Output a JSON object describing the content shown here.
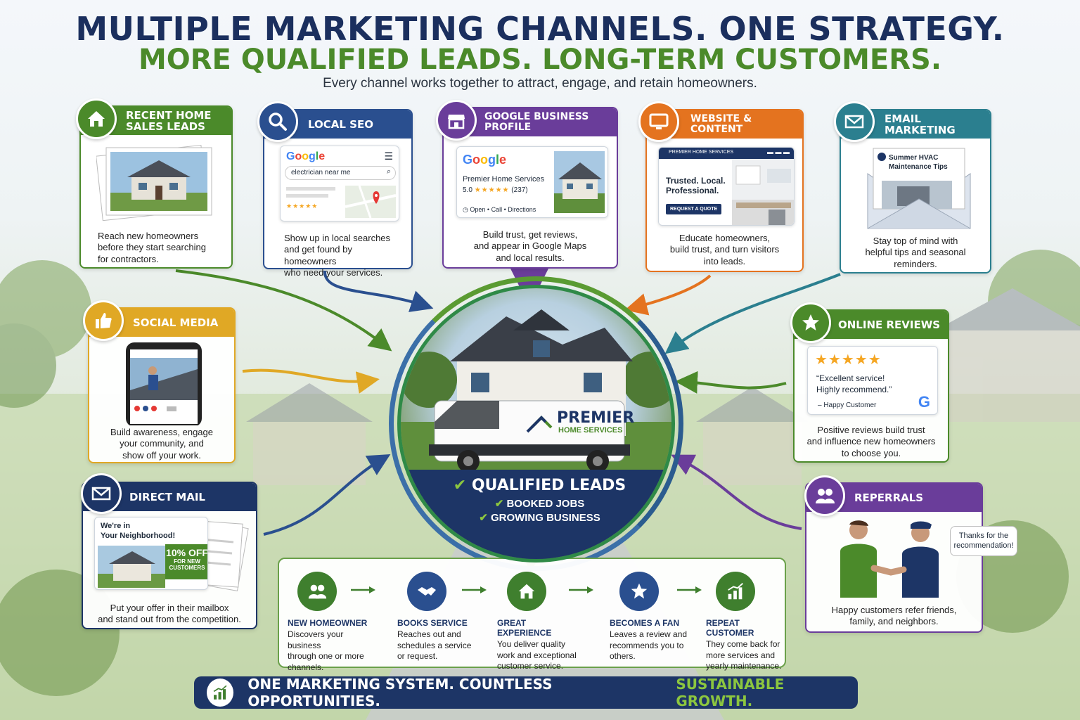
{
  "header": {
    "title": "MULTIPLE MARKETING CHANNELS. ONE STRATEGY.",
    "subtitle": "MORE QUALIFIED LEADS. LONG-TERM CUSTOMERS.",
    "tagline": "Every channel works together to attract, engage, and retain homeowners."
  },
  "colors": {
    "navy": "#1d3566",
    "green": "#4b8a2a",
    "blue": "#2a4f8f",
    "purple": "#6a3d9a",
    "orange": "#e4731f",
    "teal": "#2b7f8f",
    "yellow": "#e0a825"
  },
  "channels": {
    "recent_home_sales": {
      "title_line1": "RECENT HOME",
      "title_line2": "SALES LEADS",
      "icon": "house-icon",
      "desc_line1": "Reach new homeowners",
      "desc_line2": "before they start searching",
      "desc_line3": "for contractors."
    },
    "local_seo": {
      "title": "LOCAL SEO",
      "icon": "search-icon",
      "search_query": "electrician near me",
      "desc_line1": "Show up in local searches",
      "desc_line2": "and get found by homeowners",
      "desc_line3": "who need your services."
    },
    "google_business": {
      "title": "GOOGLE BUSINESS PROFILE",
      "icon": "storefront-icon",
      "business_name": "Premier Home Services",
      "rating": "5.0",
      "review_count": "(237)",
      "action_open": "Open",
      "action_call": "Call",
      "action_directions": "Directions",
      "desc_line1": "Build trust, get reviews,",
      "desc_line2": "and appear in Google Maps",
      "desc_line3": "and local results."
    },
    "website": {
      "title": "WEBSITE & CONTENT",
      "icon": "monitor-icon",
      "site_brand": "PREMIER HOME SERVICES",
      "headline_line1": "Trusted. Local.",
      "headline_line2": "Professional.",
      "cta": "REQUEST A QUOTE",
      "desc_line1": "Educate homeowners,",
      "desc_line2": "build trust, and turn visitors",
      "desc_line3": "into leads."
    },
    "email": {
      "title": "EMAIL MARKETING",
      "icon": "envelope-icon",
      "email_subject_line1": "Summer HVAC",
      "email_subject_line2": "Maintenance Tips",
      "desc_line1": "Stay top of mind with",
      "desc_line2": "helpful tips and seasonal",
      "desc_line3": "reminders."
    },
    "social": {
      "title": "SOCIAL MEDIA",
      "icon": "thumbs-up-icon",
      "desc_line1": "Build awareness, engage",
      "desc_line2": "your community, and",
      "desc_line3": "show off your work."
    },
    "reviews": {
      "title": "ONLINE REVIEWS",
      "icon": "star-icon",
      "quote_line1": "“Excellent service!",
      "quote_line2": "Highly recommend.”",
      "author": "– Happy Customer",
      "desc_line1": "Positive reviews build trust",
      "desc_line2": "and influence new homeowners",
      "desc_line3": "to choose you."
    },
    "direct_mail": {
      "title": "DIRECT MAIL",
      "icon": "mail-icon",
      "postcard_line1": "We're in",
      "postcard_line2": "Your Neighborhood!",
      "offer_main": "10% OFF",
      "offer_sub_line1": "FOR NEW",
      "offer_sub_line2": "CUSTOMERS",
      "desc_line1": "Put your offer in their mailbox",
      "desc_line2": "and stand out from the competition."
    },
    "referrals": {
      "title": "REPERRALS",
      "icon": "people-icon",
      "speech_line1": "Thanks for the",
      "speech_line2": "recommendation!",
      "desc_line1": "Happy customers refer friends,",
      "desc_line2": "family, and neighbors."
    }
  },
  "center": {
    "brand_line1": "PREMIER",
    "brand_line2": "HOME SERVICES",
    "result_main": "QUALIFIED LEADS",
    "result_2": "BOOKED JOBS",
    "result_3": "GROWING BUSINESS"
  },
  "journey": [
    {
      "title": "NEW HOMEOWNER",
      "icon": "people-icon",
      "line1": "Discovers your business",
      "line2": "through one or more",
      "line3": "channels."
    },
    {
      "title": "BOOKS SERVICE",
      "icon": "handshake-icon",
      "line1": "Reaches out and",
      "line2": "schedules a service",
      "line3": "or request."
    },
    {
      "title": "GREAT EXPERIENCE",
      "icon": "house-icon",
      "line1": "You deliver quality",
      "line2": "work and exceptional",
      "line3": "customer service."
    },
    {
      "title": "BECOMES A FAN",
      "icon": "star-icon",
      "line1": "Leaves a review and",
      "line2": "recommends you to",
      "line3": "others."
    },
    {
      "title": "REPEAT CUSTOMER",
      "icon": "growth-chart-icon",
      "line1": "They come back for",
      "line2": "more services and",
      "line3": "yearly maintenance."
    }
  ],
  "footer": {
    "text_main": "ONE MARKETING SYSTEM. COUNTLESS OPPORTUNITIES.",
    "text_accent": "SUSTAINABLE GROWTH."
  }
}
